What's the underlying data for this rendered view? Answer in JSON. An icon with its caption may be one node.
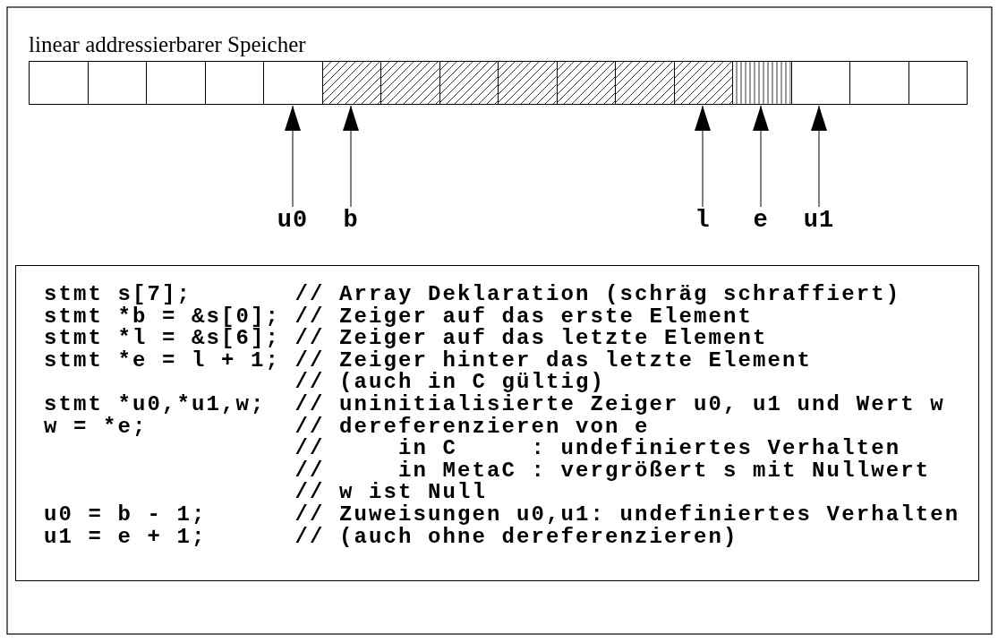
{
  "diagram": {
    "nodes": [
      {
        "text": [
          "linear addressierbarer Speicher"
        ]
      },
      {
        "text": [],
        "shape": "box",
        "in": 0
      },
      {
        "text": [],
        "shape": "box",
        "in": 0
      },
      {
        "text": [],
        "shape": "box",
        "in": 0
      },
      {
        "text": [],
        "shape": "box",
        "in": 0
      },
      {
        "text": [],
        "shape": "box",
        "in": 0
      },
      {
        "text": [],
        "shape": "box",
        "in": 0
      },
      {
        "text": [],
        "shape": "box",
        "in": 0
      },
      {
        "text": [],
        "shape": "box",
        "in": 0
      },
      {
        "text": [],
        "shape": "box",
        "in": 0
      },
      {
        "text": [],
        "shape": "box",
        "in": 0
      },
      {
        "text": [],
        "shape": "box",
        "in": 0
      },
      {
        "text": [],
        "shape": "box",
        "in": 0
      },
      {
        "text": [],
        "shape": "box",
        "in": 0
      },
      {
        "text": [],
        "shape": "box",
        "in": 0
      },
      {
        "text": [],
        "shape": "box",
        "in": 0
      },
      {
        "text": [],
        "shape": "box",
        "in": 0
      },
      {
        "text": [
          "u0"
        ]
      },
      {
        "text": [
          "b"
        ]
      },
      {
        "text": [
          "l"
        ]
      },
      {
        "text": [
          "e"
        ]
      },
      {
        "text": [
          "u1"
        ]
      },
      {
        "text": [
          "stmt s[7];       // Array Deklaration (schräg schraffiert)",
          "stmt *b = &s[0]; // Zeiger auf das erste Element",
          "stmt *l = &s[6]; // Zeiger auf das letzte Element",
          "stmt *e = l + 1; // Zeiger hinter das letzte Element",
          "                 // (auch in C gültig)",
          "stmt *u0,*u1,w;  // uninitialisierte Zeiger u0, u1 und Wert w",
          "w = *e;          // dereferenzieren von e",
          "                 //     in C     : undefiniertes Verhalten",
          "                 //     in MetaC : vergrößert s mit Nullwert",
          "                 // w ist Null",
          "u0 = b - 1;      // Zuweisungen u0,u1: undefiniertes Verhalten",
          "u1 = e + 1;      // (auch ohne dereferenzieren)"
        ]
      }
    ],
    "edges": [
      {
        "from": 17,
        "to": 5,
        "arrow": "to"
      },
      {
        "from": 18,
        "to": 6,
        "arrow": "to"
      },
      {
        "from": 19,
        "to": 12,
        "arrow": "to"
      },
      {
        "from": 20,
        "to": 13,
        "arrow": "to"
      },
      {
        "from": 21,
        "to": 14,
        "arrow": "to"
      }
    ]
  }
}
